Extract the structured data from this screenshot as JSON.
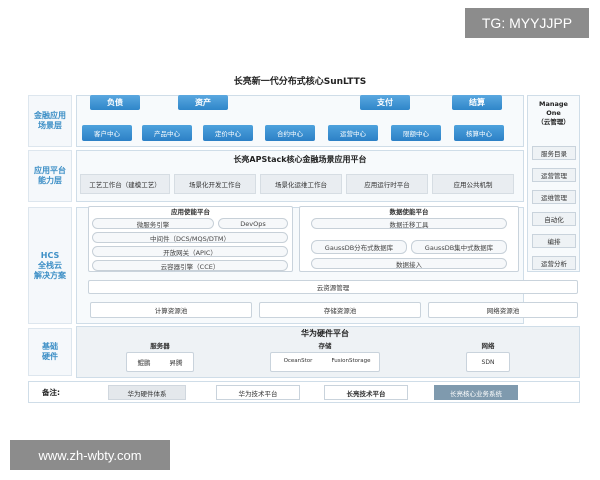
{
  "watermark_top": "TG: MYYJJPP",
  "watermark_bottom": "www.zh-wbty.com",
  "title": "长亮新一代分布式核心SunLTTS",
  "layers": {
    "finance": "金融应用\n场景层",
    "platform": "应用平台\n能力层",
    "hcs": "HCS\n全栈云\n解决方案",
    "hardware": "基础\n硬件"
  },
  "top_tabs": [
    "负债",
    "资产",
    "支付",
    "结算"
  ],
  "scenes": [
    "客户中心",
    "产品中心",
    "定价中心",
    "合约中心",
    "运营中心",
    "限额中心",
    "核算中心"
  ],
  "apstack": {
    "title": "长亮APStack核心金融场景应用平台",
    "items": [
      "工艺工作台（建模工艺）",
      "场景化开发工作台",
      "场景化运维工作台",
      "应用运行时平台",
      "应用公共机制"
    ]
  },
  "app_enable": {
    "title": "应用使能平台",
    "items": [
      "微服务引擎",
      "DevOps",
      "中间件（DCS/MQS/DTM）",
      "开放网关（APIC）",
      "云容器引擎（CCE）"
    ]
  },
  "data_enable": {
    "title": "数据使能平台",
    "items": [
      "数据迁移工具",
      "GaussDB分布式数据库",
      "GaussDB集中式数据库",
      "数据接入"
    ]
  },
  "cloud": {
    "title": "云资源管理",
    "pools": [
      "计算资源池",
      "存储资源池",
      "网络资源池"
    ]
  },
  "hardware": {
    "title": "华为硬件平台",
    "groups": [
      {
        "name": "服务器",
        "items": [
          "鲲鹏",
          "昇腾"
        ]
      },
      {
        "name": "存储",
        "items": [
          "OceanStor",
          "FusionStorage"
        ]
      },
      {
        "name": "网络",
        "items": [
          "SDN"
        ]
      }
    ]
  },
  "manage": {
    "title": "Manage\nOne\n（云管理）",
    "items": [
      "服务目录",
      "运营管理",
      "运维管理",
      "自动化",
      "编排",
      "运营分析"
    ]
  },
  "legend": {
    "label": "备注:",
    "items": [
      "华为硬件体系",
      "华为技术平台",
      "长亮技术平台",
      "长亮核心业务系统"
    ]
  },
  "colors": {
    "accent_blue": "#2f86c9",
    "layer_text": "#3d8fc6",
    "legend_huawei_hw": "#e4e8ec",
    "legend_core": "#7f9aae"
  }
}
